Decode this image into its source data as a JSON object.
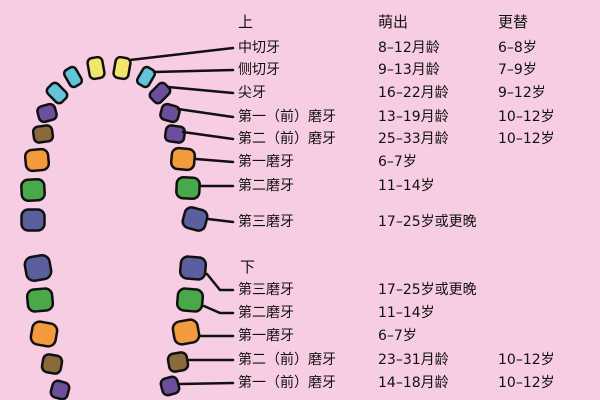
{
  "headers": {
    "erupt": "萌出",
    "shed": "更替"
  },
  "colors": {
    "background": "#f6cde3",
    "central_incisor": "#f2e56b",
    "lateral_incisor": "#62c3d9",
    "canine": "#6c4e9c",
    "first_premolar": "#8a6a3d",
    "second_premolar": "#6c4e9c",
    "first_molar": "#f39a3c",
    "second_molar": "#49a84a",
    "third_molar": "#5b5f9e",
    "outline": "#111111"
  },
  "upper": {
    "label": "上",
    "rows": [
      {
        "name": "中切牙",
        "erupt": "8–12月龄",
        "shed": "6–8岁",
        "icon": "central-incisor-tooth-icon"
      },
      {
        "name": "侧切牙",
        "erupt": "9–13月龄",
        "shed": "7–9岁",
        "icon": "lateral-incisor-tooth-icon"
      },
      {
        "name": "尖牙",
        "erupt": "16–22月龄",
        "shed": "9–12岁",
        "icon": "canine-tooth-icon"
      },
      {
        "name": "第一（前）磨牙",
        "erupt": "13–19月龄",
        "shed": "10–12岁",
        "icon": "first-premolar-tooth-icon"
      },
      {
        "name": "第二（前）磨牙",
        "erupt": "25–33月龄",
        "shed": "10–12岁",
        "icon": "second-premolar-tooth-icon"
      },
      {
        "name": "第一磨牙",
        "erupt": "6–7岁",
        "shed": "",
        "icon": "first-molar-tooth-icon"
      },
      {
        "name": "第二磨牙",
        "erupt": "11–14岁",
        "shed": "",
        "icon": "second-molar-tooth-icon"
      },
      {
        "name": "第三磨牙",
        "erupt": "17–25岁或更晚",
        "shed": "",
        "icon": "third-molar-tooth-icon"
      }
    ]
  },
  "lower": {
    "label": "下",
    "rows": [
      {
        "name": "第三磨牙",
        "erupt": "17–25岁或更晚",
        "shed": "",
        "icon": "third-molar-tooth-icon"
      },
      {
        "name": "第二磨牙",
        "erupt": "11–14岁",
        "shed": "",
        "icon": "second-molar-tooth-icon"
      },
      {
        "name": "第一磨牙",
        "erupt": "6–7岁",
        "shed": "",
        "icon": "first-molar-tooth-icon"
      },
      {
        "name": "第二（前）磨牙",
        "erupt": "23–31月龄",
        "shed": "10–12岁",
        "icon": "second-premolar-tooth-icon"
      },
      {
        "name": "第一（前）磨牙",
        "erupt": "14–18月龄",
        "shed": "10–12岁",
        "icon": "first-premolar-tooth-icon"
      }
    ]
  }
}
